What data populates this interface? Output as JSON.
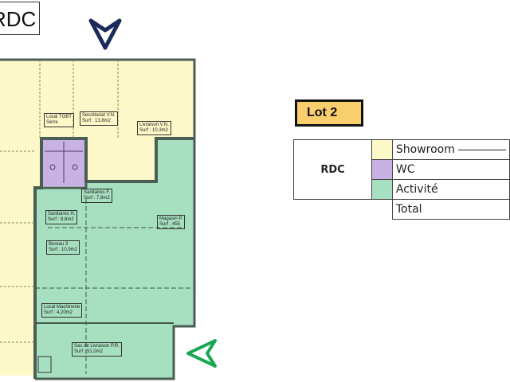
{
  "level_label": "RDC",
  "lot_badge": "Lot 2",
  "colors": {
    "showroom": "#fdf8c8",
    "wc": "#c8b2e4",
    "activite": "#a7dfc1",
    "wall": "#4a5e55",
    "arrow_north": "#1a2b5a",
    "arrow_east": "#17a651",
    "lot_badge": "#f9cf6e"
  },
  "legend": {
    "level": "RDC",
    "rows": [
      {
        "label": "Showroom",
        "zone": "showroom"
      },
      {
        "label": "WC",
        "zone": "wc"
      },
      {
        "label": "Activité",
        "zone": "activite"
      }
    ],
    "total_label": "Total"
  },
  "rooms": [
    {
      "name": "Local TGBT",
      "area": "Serre"
    },
    {
      "name": "Secrétariat V.N.",
      "area": "Surf : 13,8m2"
    },
    {
      "name": "Livraison V.N.",
      "area": "Surf : 10,3m2"
    },
    {
      "name": "Sanitaires F.",
      "area": "Surf : 7,8m2"
    },
    {
      "name": "Sanitaires H.",
      "area": "Surf : 8,6m2"
    },
    {
      "name": "Bureau 3",
      "area": "Surf : 10,9m2"
    },
    {
      "name": "Magasin P.",
      "area": "Surf : 455"
    },
    {
      "name": "Local Machinerie",
      "area": "Surf : 4,20m2"
    },
    {
      "name": "Sas de Livraison P.R.",
      "area": "Surf : 51,0m2"
    }
  ],
  "icons": [
    "north-arrow-icon",
    "east-arrow-icon"
  ]
}
